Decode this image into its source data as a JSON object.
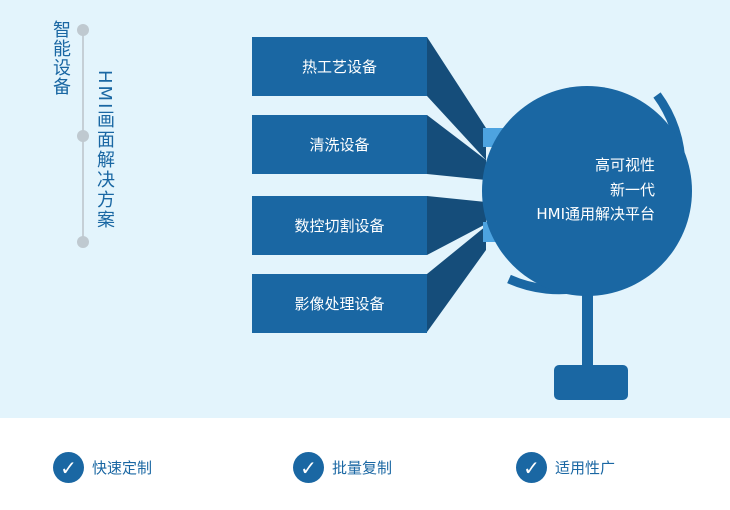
{
  "timeline": {
    "label_left": "智能设备",
    "label_right": "HMI画面解决方案"
  },
  "devices": [
    {
      "label": "热工艺设备"
    },
    {
      "label": "清洗设备"
    },
    {
      "label": "数控切割设备"
    },
    {
      "label": "影像处理设备"
    }
  ],
  "globe": {
    "lines": [
      "高可视性",
      "新一代",
      "HMI通用解决平台"
    ]
  },
  "features": [
    {
      "label": "快速定制",
      "icon": "check-icon"
    },
    {
      "label": "批量复制",
      "icon": "check-icon"
    },
    {
      "label": "适用性广",
      "icon": "check-icon"
    }
  ],
  "colors": {
    "primary": "#1a67a3",
    "dark": "#154d7a",
    "accent": "#4da3e0",
    "background": "#e3f4fc"
  }
}
